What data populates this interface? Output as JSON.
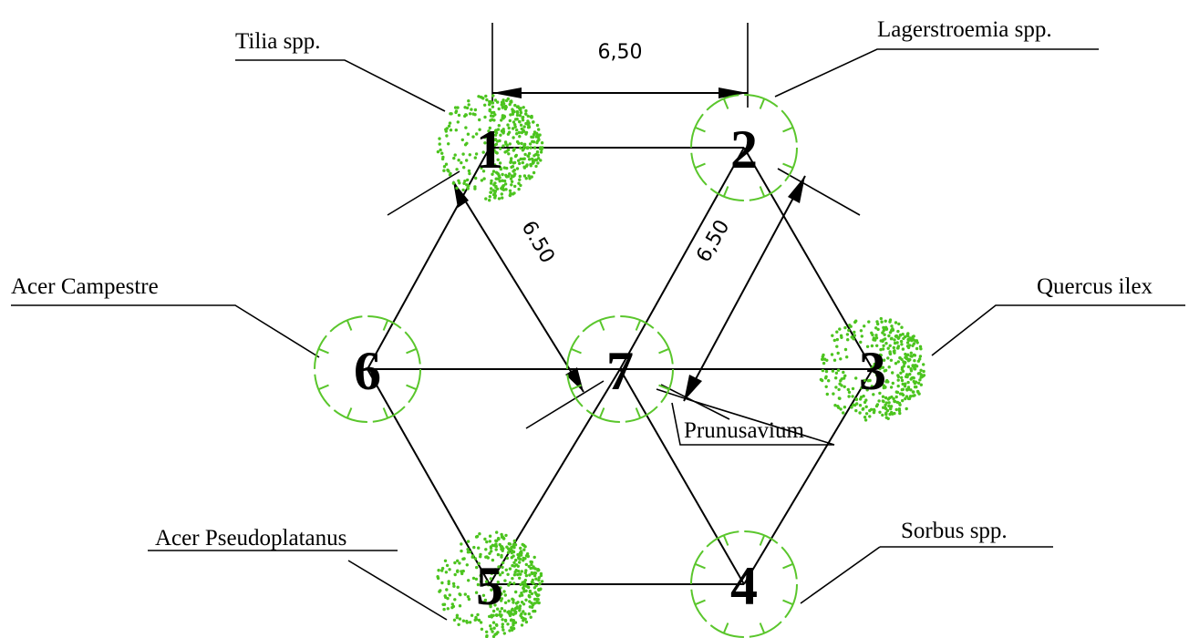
{
  "trees": [
    {
      "number": "1",
      "species": "Tilia spp.",
      "style": "dotted"
    },
    {
      "number": "2",
      "species": "Lagerstroemia spp.",
      "style": "open"
    },
    {
      "number": "3",
      "species": "Quercus ilex",
      "style": "dotted"
    },
    {
      "number": "4",
      "species": "Sorbus spp.",
      "style": "open"
    },
    {
      "number": "5",
      "species": "Acer Pseudoplatanus",
      "style": "dotted"
    },
    {
      "number": "6",
      "species": "Acer Campestre",
      "style": "open"
    },
    {
      "number": "7",
      "species": "Prunusavium",
      "style": "open"
    }
  ],
  "dimensions": {
    "top": "6,50",
    "diagonal_left": "6.50",
    "diagonal_right": "6,50"
  },
  "colors": {
    "tree": "#5ac62c",
    "line": "#000000"
  }
}
